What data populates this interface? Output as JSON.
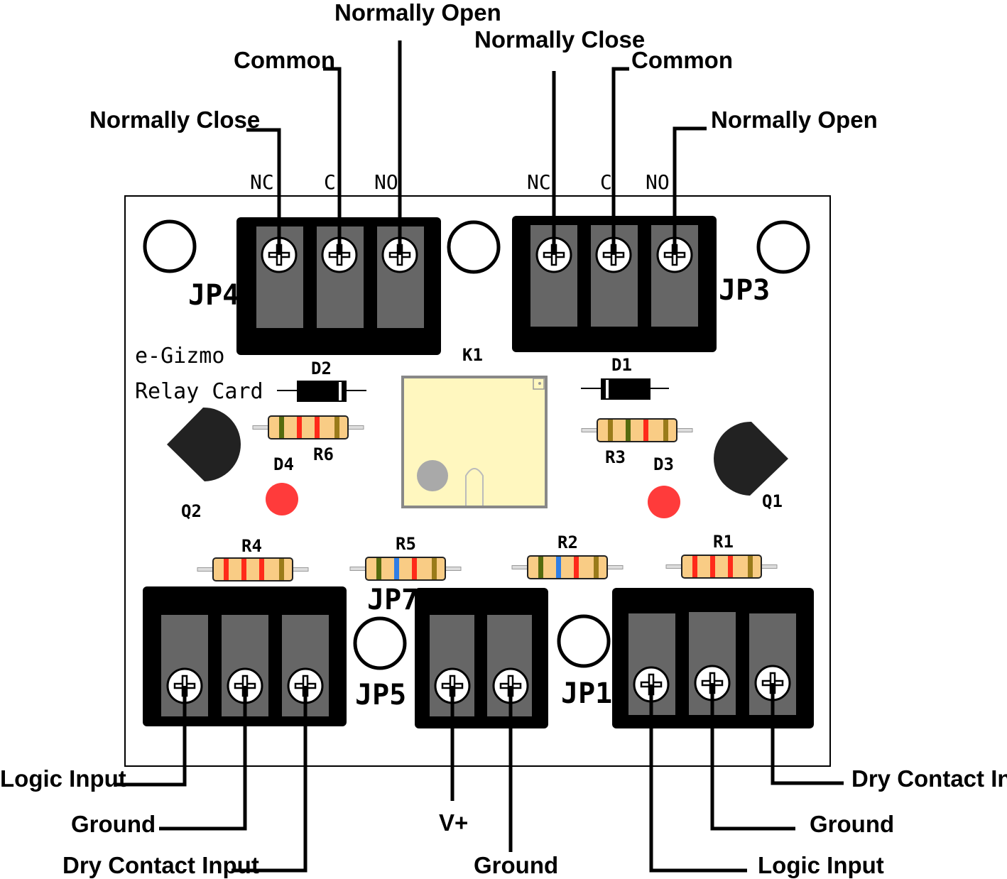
{
  "board": {
    "brand": "e-Gizmo",
    "name": "Relay Card",
    "relay": "K1"
  },
  "connectors": {
    "jp4": {
      "label": "JP4",
      "pins": [
        "NC",
        "C",
        "NO"
      ]
    },
    "jp3": {
      "label": "JP3",
      "pins": [
        "NC",
        "C",
        "NO"
      ]
    },
    "jp5": {
      "label": "JP5"
    },
    "jp7": {
      "label": "JP7"
    },
    "jp1": {
      "label": "JP1"
    }
  },
  "components": {
    "d1": "D1",
    "d2": "D2",
    "d3": "D3",
    "d4": "D4",
    "r1": "R1",
    "r2": "R2",
    "r3": "R3",
    "r4": "R4",
    "r5": "R5",
    "r6": "R6",
    "q1": "Q1",
    "q2": "Q2"
  },
  "callouts": {
    "jp4_nc": "Normally Close",
    "jp4_c": "Common",
    "jp4_no": "Normally Open",
    "jp3_nc": "Normally Close",
    "jp3_c": "Common",
    "jp3_no": "Normally Open",
    "jp5_1": "Logic Input",
    "jp5_2": "Ground",
    "jp5_3": "Dry Contact Input",
    "jp7_1": "V+",
    "jp7_2": "Ground",
    "jp1_1": "Logic Input",
    "jp1_2": "Ground",
    "jp1_3": "Dry Contact Input"
  },
  "colors": {
    "terminal_body": "#000000",
    "terminal_slot": "#666666",
    "relay_body": "#fff7bf",
    "led": "#ff3b3b",
    "resistor_body": "#f9cc85",
    "band_red": "#ff2a1a",
    "band_green": "#556b0e",
    "band_blue": "#2f7ee6",
    "band_gold": "#9a7b1a"
  }
}
